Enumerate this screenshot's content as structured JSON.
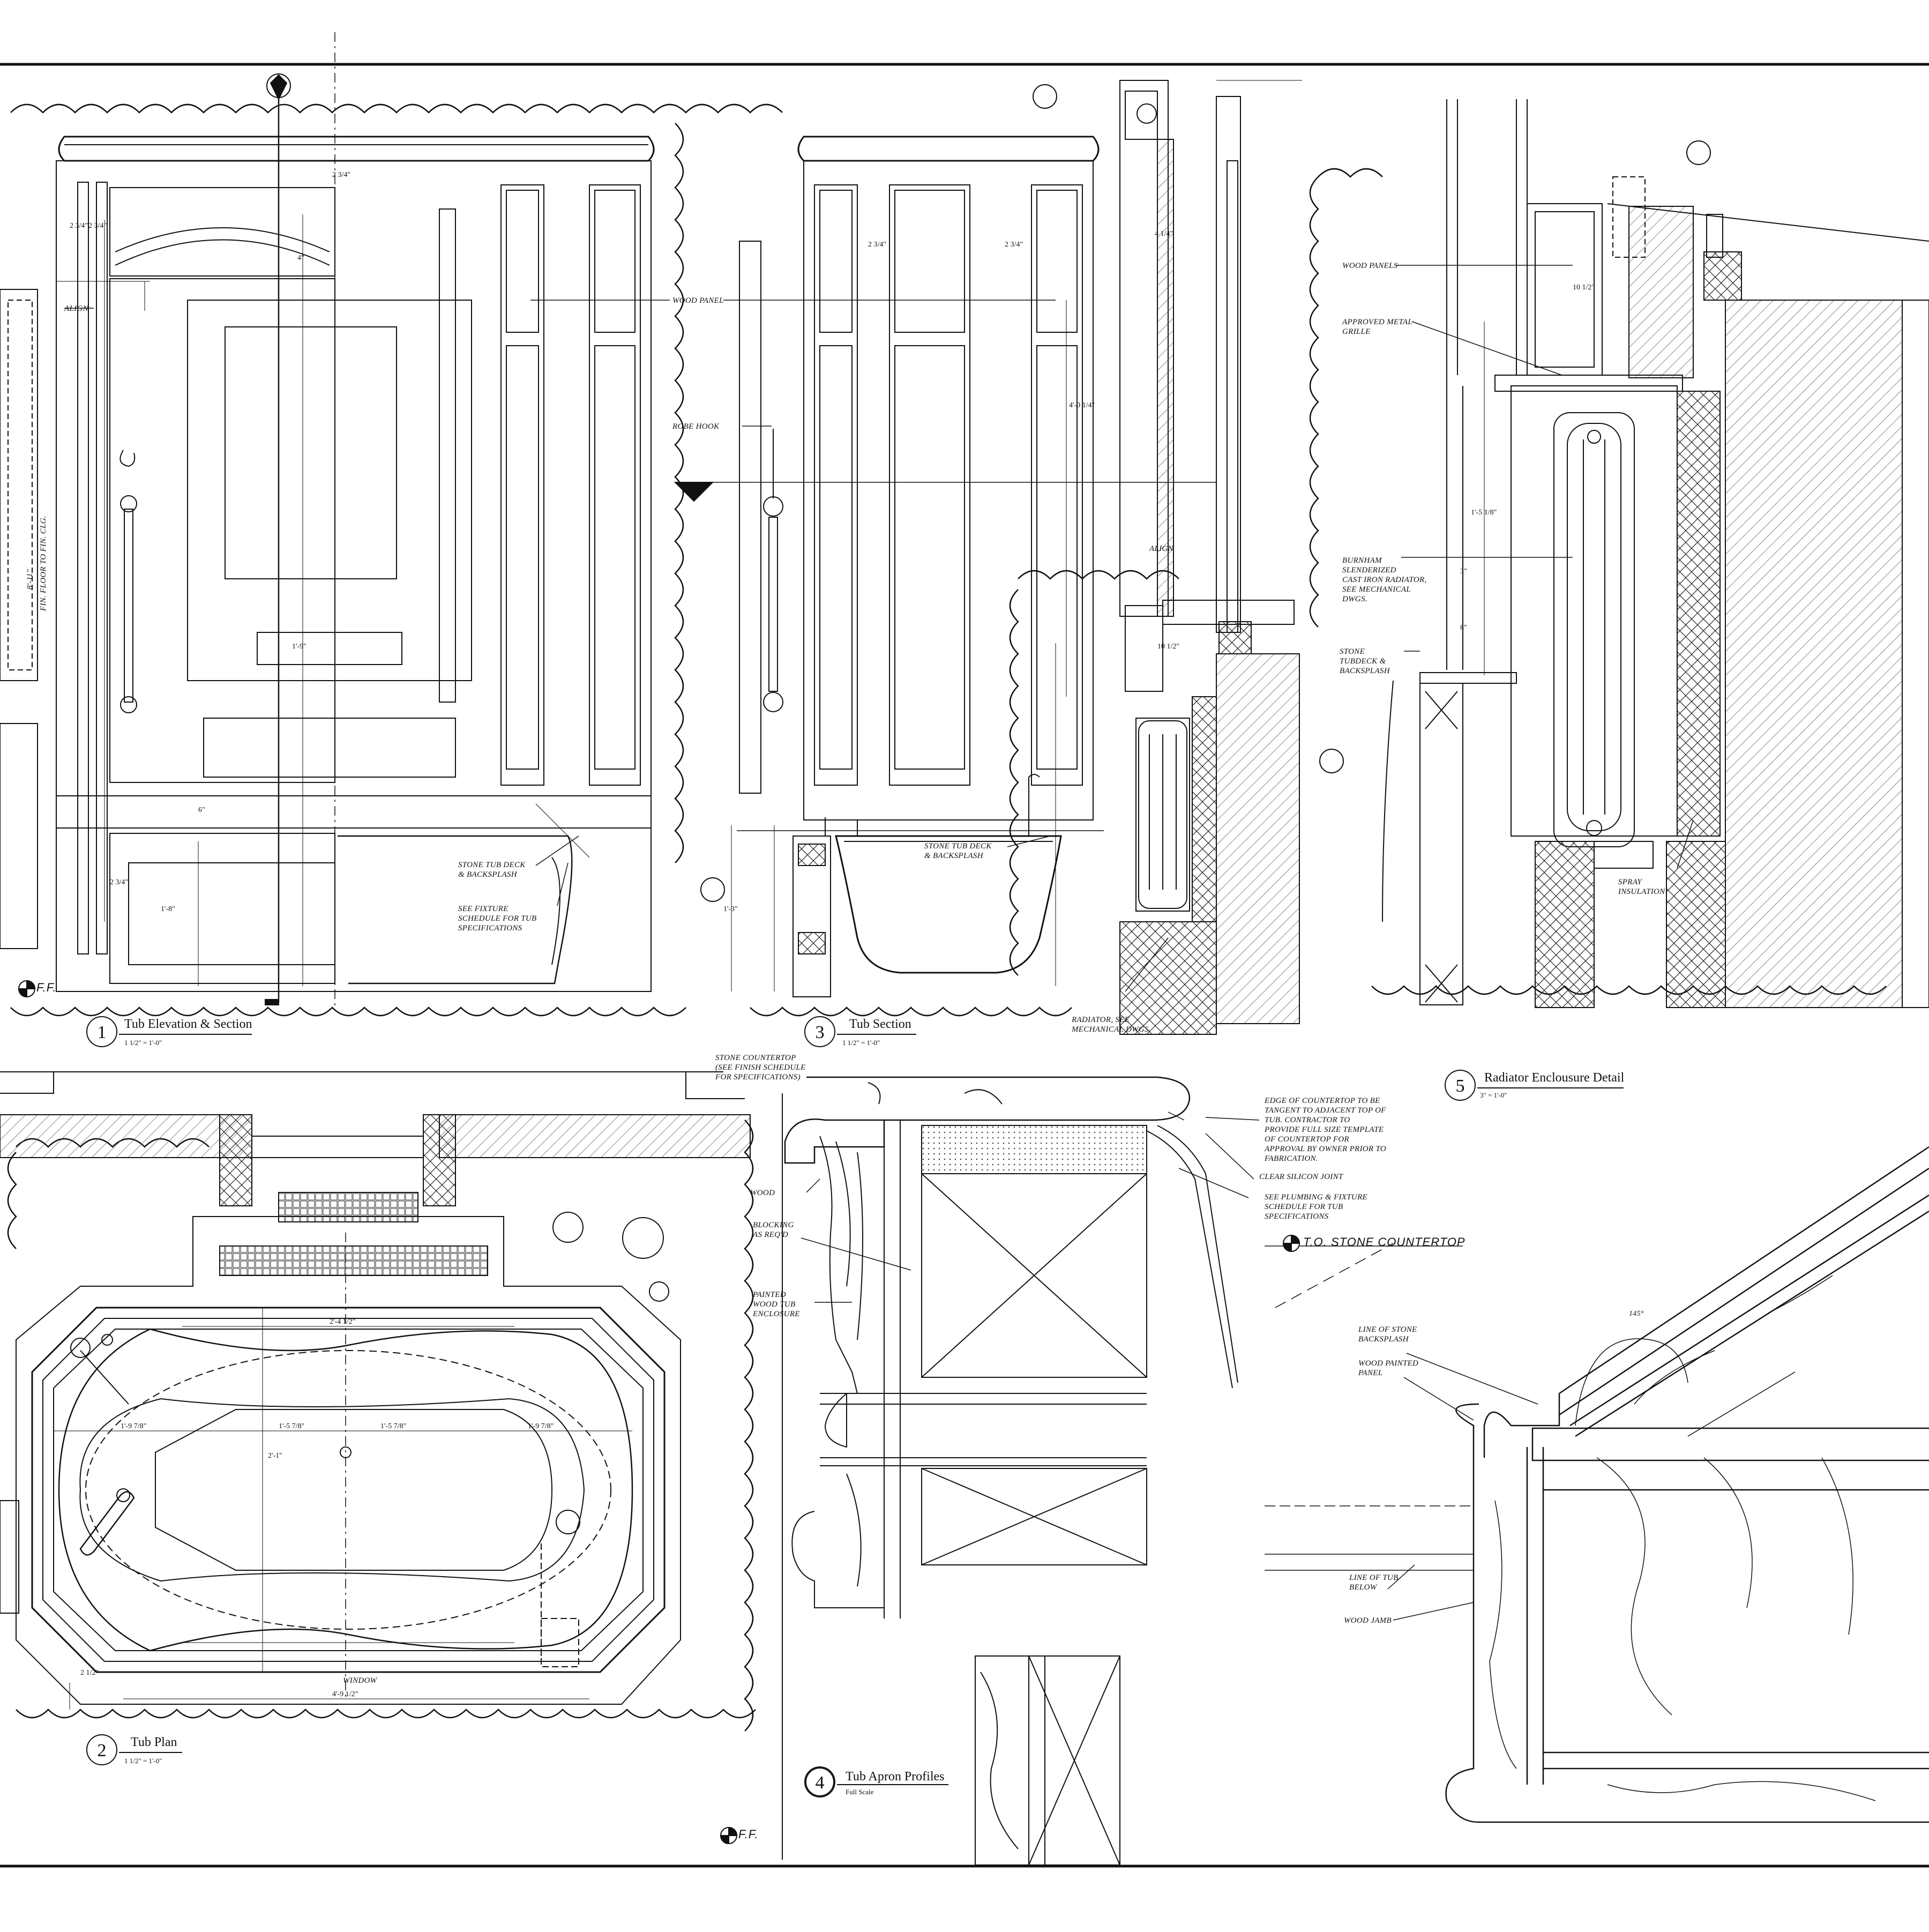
{
  "sheet": {
    "views": [
      {
        "number": "1",
        "title": "Tub Elevation & Section",
        "scale": "1 1/2\" = 1'-0\""
      },
      {
        "number": "2",
        "title": "Tub  Plan",
        "scale": "1 1/2\" = 1'-0\""
      },
      {
        "number": "3",
        "title": "Tub Section",
        "scale": "1 1/2\" = 1'-0\""
      },
      {
        "number": "4",
        "title": "Tub Apron Profiles",
        "scale": "Full Scale"
      },
      {
        "number": "5",
        "title": "Radiator Enclousure Detail",
        "scale": "3\" = 1'-0\""
      }
    ]
  },
  "notes": {
    "align": "ALIGN",
    "align2": "ALIGN",
    "height": "8'-11\"",
    "height_sub": "FIN. FLOOR TO FIN. CLG.",
    "wood_panel": "WOOD PANEL",
    "robe_hook": "ROBE HOOK",
    "stone_tub_deck_1": [
      "STONE TUB DECK",
      "& BACKSPLASH"
    ],
    "see_fixture": [
      "SEE FIXTURE",
      "SCHEDULE FOR TUB",
      "SPECIFICATIONS"
    ],
    "stone_tub_deck_3": [
      "STONE TUB DECK",
      "& BACKSPLASH"
    ],
    "radiator_see": [
      "RADIATOR, SEE",
      "MECHANICAL DWGS."
    ],
    "wood_panels": "WOOD PANELS",
    "approved_grille": [
      "APPROVED METAL",
      "GRILLE"
    ],
    "burnham": [
      "BURNHAM",
      "SLENDERIZED",
      "CAST IRON RADIATOR,",
      "SEE MECHANICAL",
      "DWGS."
    ],
    "stone_tubdeck": [
      "STONE",
      "TUBDECK &",
      "BACKSPLASH"
    ],
    "spray": [
      "SPRAY",
      "INSULATION"
    ],
    "stone_countertop": [
      "STONE COUNTERTOP",
      "(SEE FINISH SCHEDULE",
      "FOR SPECIFICATIONS)"
    ],
    "wood": "WOOD",
    "blocking": [
      "BLOCKING",
      "AS REQ'D"
    ],
    "painted": [
      "PAINTED",
      "WOOD TUB",
      "ENCLOSURE"
    ],
    "edge": [
      "EDGE OF COUNTERTOP TO BE",
      "TANGENT TO ADJACENT TOP OF",
      "TUB.  CONTRACTOR TO",
      "PROVIDE FULL SIZE TEMPLATE",
      "OF COUNTERTOP FOR",
      "APPROVAL BY OWNER PRIOR TO",
      "FABRICATION."
    ],
    "silicon": "CLEAR SILICON JOINT",
    "see_plumbing": [
      "SEE PLUMBING & FIXTURE",
      "SCHEDULE FOR TUB",
      "SPECIFICATIONS"
    ],
    "to_countertop": "T.O. STONE COUNTERTOP",
    "line_stone": [
      "LINE OF STONE",
      "BACKSPLASH"
    ],
    "wood_painted": [
      "WOOD PAINTED",
      "PANEL"
    ],
    "line_tub": [
      "LINE OF TUB",
      "BELOW"
    ],
    "wood_jamb": "WOOD JAMB",
    "ff": "F.F.",
    "window": "WINDOW",
    "angle": "145°"
  },
  "dimensions": {
    "e_top": "2 3/4\"",
    "e_side1": "2 3/4\"",
    "e_side2": "2 3/4\"",
    "e_pnl": "4\"",
    "e_mid": "1'-9\"",
    "e_lowA": "6\"",
    "e_lowB": "1'-8\"",
    "e_lowC": "2 3/4\"",
    "s_top1": "2 3/4\"",
    "s_top2": "2 3/4\"",
    "s_tall": "4'-0 1/4\"",
    "s_a": "4 1/4\"",
    "s_b": "10 1/2\"",
    "s_c": "1'-3\"",
    "r_a": "10 1/2\"",
    "r_b": "1'-5 1/8\"",
    "r_c": "3\"",
    "r_d": "8\"",
    "p_top": "2'-4 1/2\"",
    "p_l1": "1'-9 7/8\"",
    "p_l2": "1'-5 7/8\"",
    "p_l3": "1'-5 7/8\"",
    "p_l4": "1'-9 7/8\"",
    "p_v": "2'-1\"",
    "p_bottom": "4'-9 1/2\"",
    "p_small": "2 1/2\""
  }
}
